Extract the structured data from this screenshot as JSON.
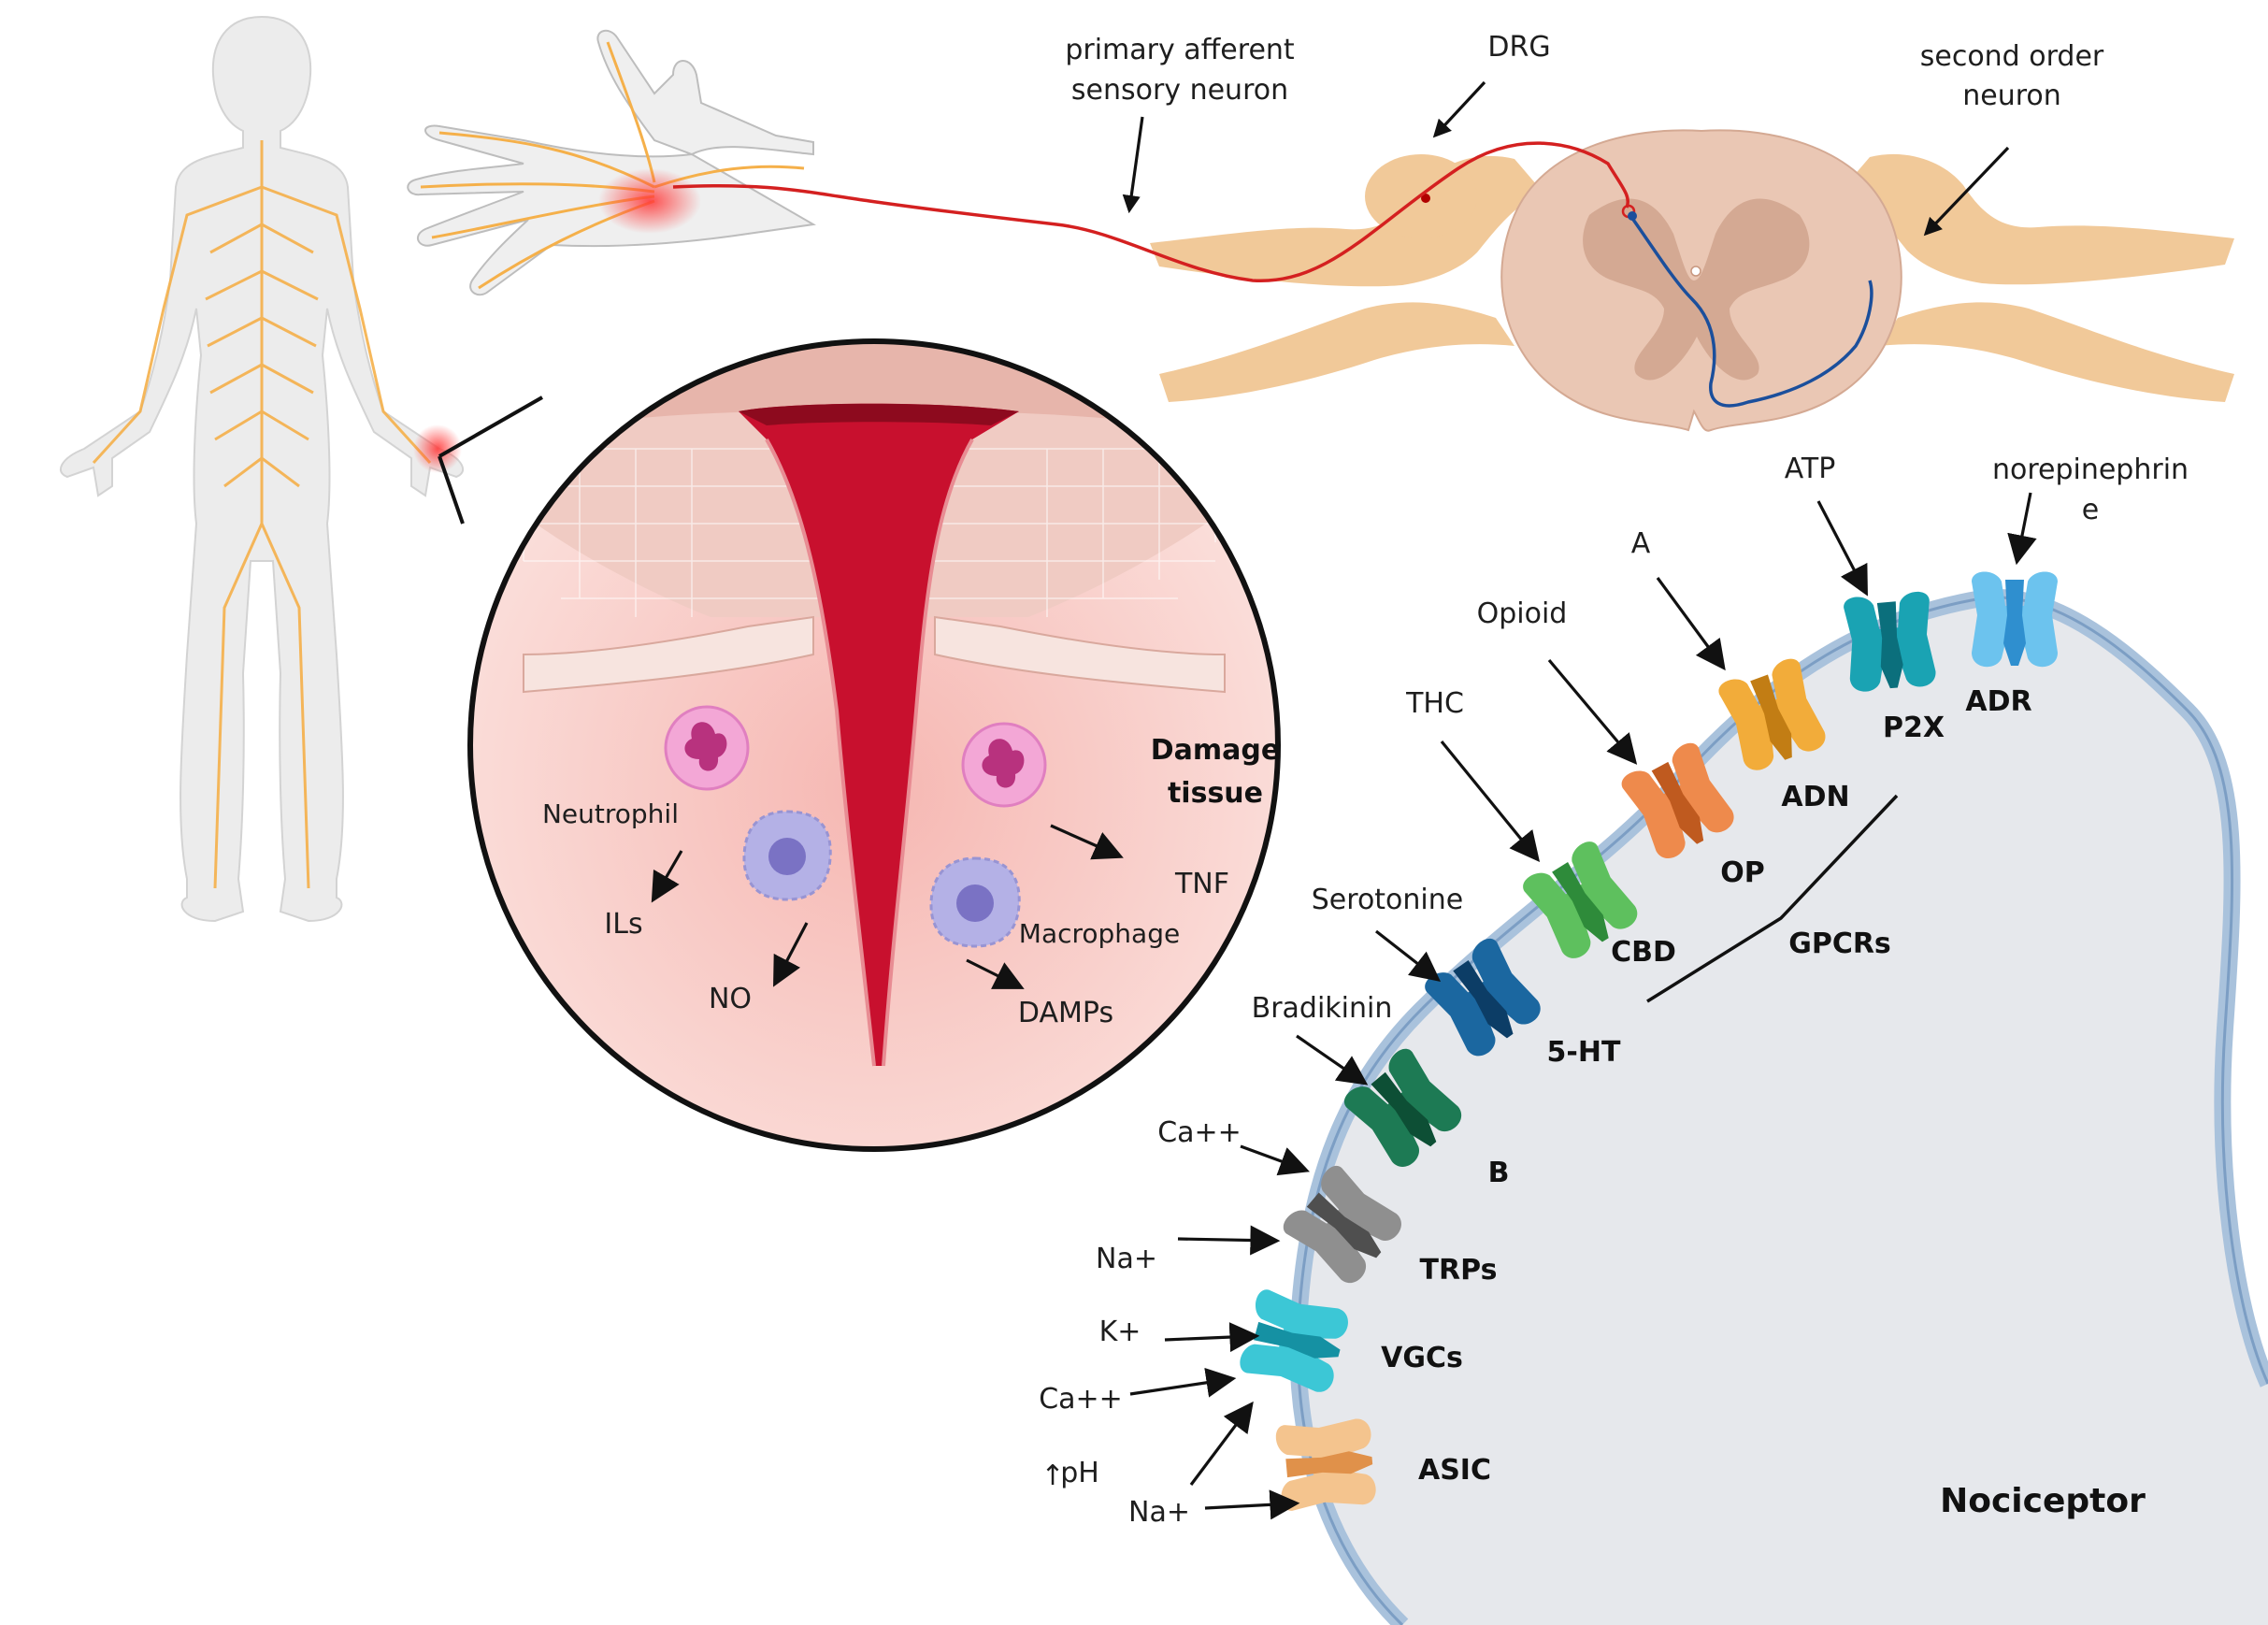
{
  "figure": {
    "top_labels": {
      "primary_afferent_line1": "primary afferent",
      "primary_afferent_line2": "sensory neuron",
      "drg": "DRG",
      "second_order_line1": "second order",
      "second_order_line2": "neuron"
    },
    "wound": {
      "title_line1": "Damage",
      "title_line2": "tissue",
      "neutrophil": "Neutrophil",
      "macrophage": "Macrophage",
      "ils": "ILs",
      "no": "NO",
      "tnf": "TNF",
      "damps": "DAMPs"
    },
    "ligands": {
      "norepinephrine_line1": "norepinephrin",
      "norepinephrine_line2": "e",
      "atp": "ATP",
      "a": "A",
      "opioid": "Opioid",
      "thc": "THC",
      "serotonine": "Serotonine",
      "bradikinin": "Bradikinin",
      "ca_trp": "Ca++",
      "na_trp": "Na+",
      "k_vgc": "K+",
      "ca_vgc": "Ca++",
      "ph_arrow": "↑",
      "ph": "pH",
      "na_asic": "Na+"
    },
    "receptors": [
      {
        "key": "adr",
        "label": "ADR",
        "color": "#6cc3ee",
        "dark": "#2f8fcf"
      },
      {
        "key": "p2x",
        "label": "P2X",
        "color": "#1aa3b3",
        "dark": "#0b6f7c"
      },
      {
        "key": "adn",
        "label": "ADN",
        "color": "#f2ac3a",
        "dark": "#c27d14"
      },
      {
        "key": "op",
        "label": "OP",
        "color": "#ee8a4c",
        "dark": "#bf5a1f"
      },
      {
        "key": "cbd",
        "label": "CBD",
        "color": "#5ec05e",
        "dark": "#2e8b3a"
      },
      {
        "key": "5ht",
        "label": "5-HT",
        "color": "#1b67a0",
        "dark": "#0c3d66"
      },
      {
        "key": "b",
        "label": "B",
        "color": "#1d7a54",
        "dark": "#0d4f35"
      },
      {
        "key": "trps",
        "label": "TRPs",
        "color": "#8f8f8f",
        "dark": "#4f4f4f"
      },
      {
        "key": "vgcs",
        "label": "VGCs",
        "color": "#3cc7d6",
        "dark": "#1591a3"
      },
      {
        "key": "asic",
        "label": "ASIC",
        "color": "#f4c48e",
        "dark": "#e0914a"
      }
    ],
    "gpcrs": "GPCRs",
    "nociceptor": "Nociceptor",
    "colors": {
      "nerve": "#f2a93b",
      "afferent": "#d42020",
      "second_order": "#1b4f9c",
      "spinal_tissue": "#f1c999",
      "cord": "#eac7b4",
      "grey_matter": "#d4a993",
      "membrane": "#a9c2dc",
      "cytoplasm": "#e6e8ec",
      "blood": "#c8102e"
    }
  }
}
